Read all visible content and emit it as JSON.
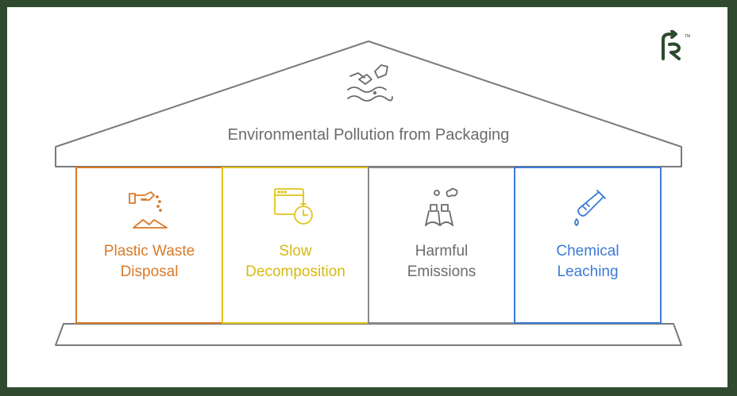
{
  "title": "Environmental Pollution from Packaging",
  "pillars": [
    {
      "label_line1": "Plastic Waste",
      "label_line2": "Disposal",
      "color": "#d97a28",
      "icon": "hand-pouring-icon"
    },
    {
      "label_line1": "Slow",
      "label_line2": "Decomposition",
      "color": "#e2c417",
      "icon": "timer-window-icon"
    },
    {
      "label_line1": "Harmful",
      "label_line2": "Emissions",
      "color": "#6b6b6b",
      "icon": "smokestacks-icon"
    },
    {
      "label_line1": "Chemical",
      "label_line2": "Leaching",
      "color": "#3d7bd6",
      "icon": "test-tube-drop-icon"
    }
  ],
  "roof_icon": "polluted-water-icon",
  "logo_icon": "r-logo-icon",
  "colors": {
    "frame": "#2f4a2e",
    "outline": "#7a7a7a",
    "logo": "#2f4a2e"
  }
}
